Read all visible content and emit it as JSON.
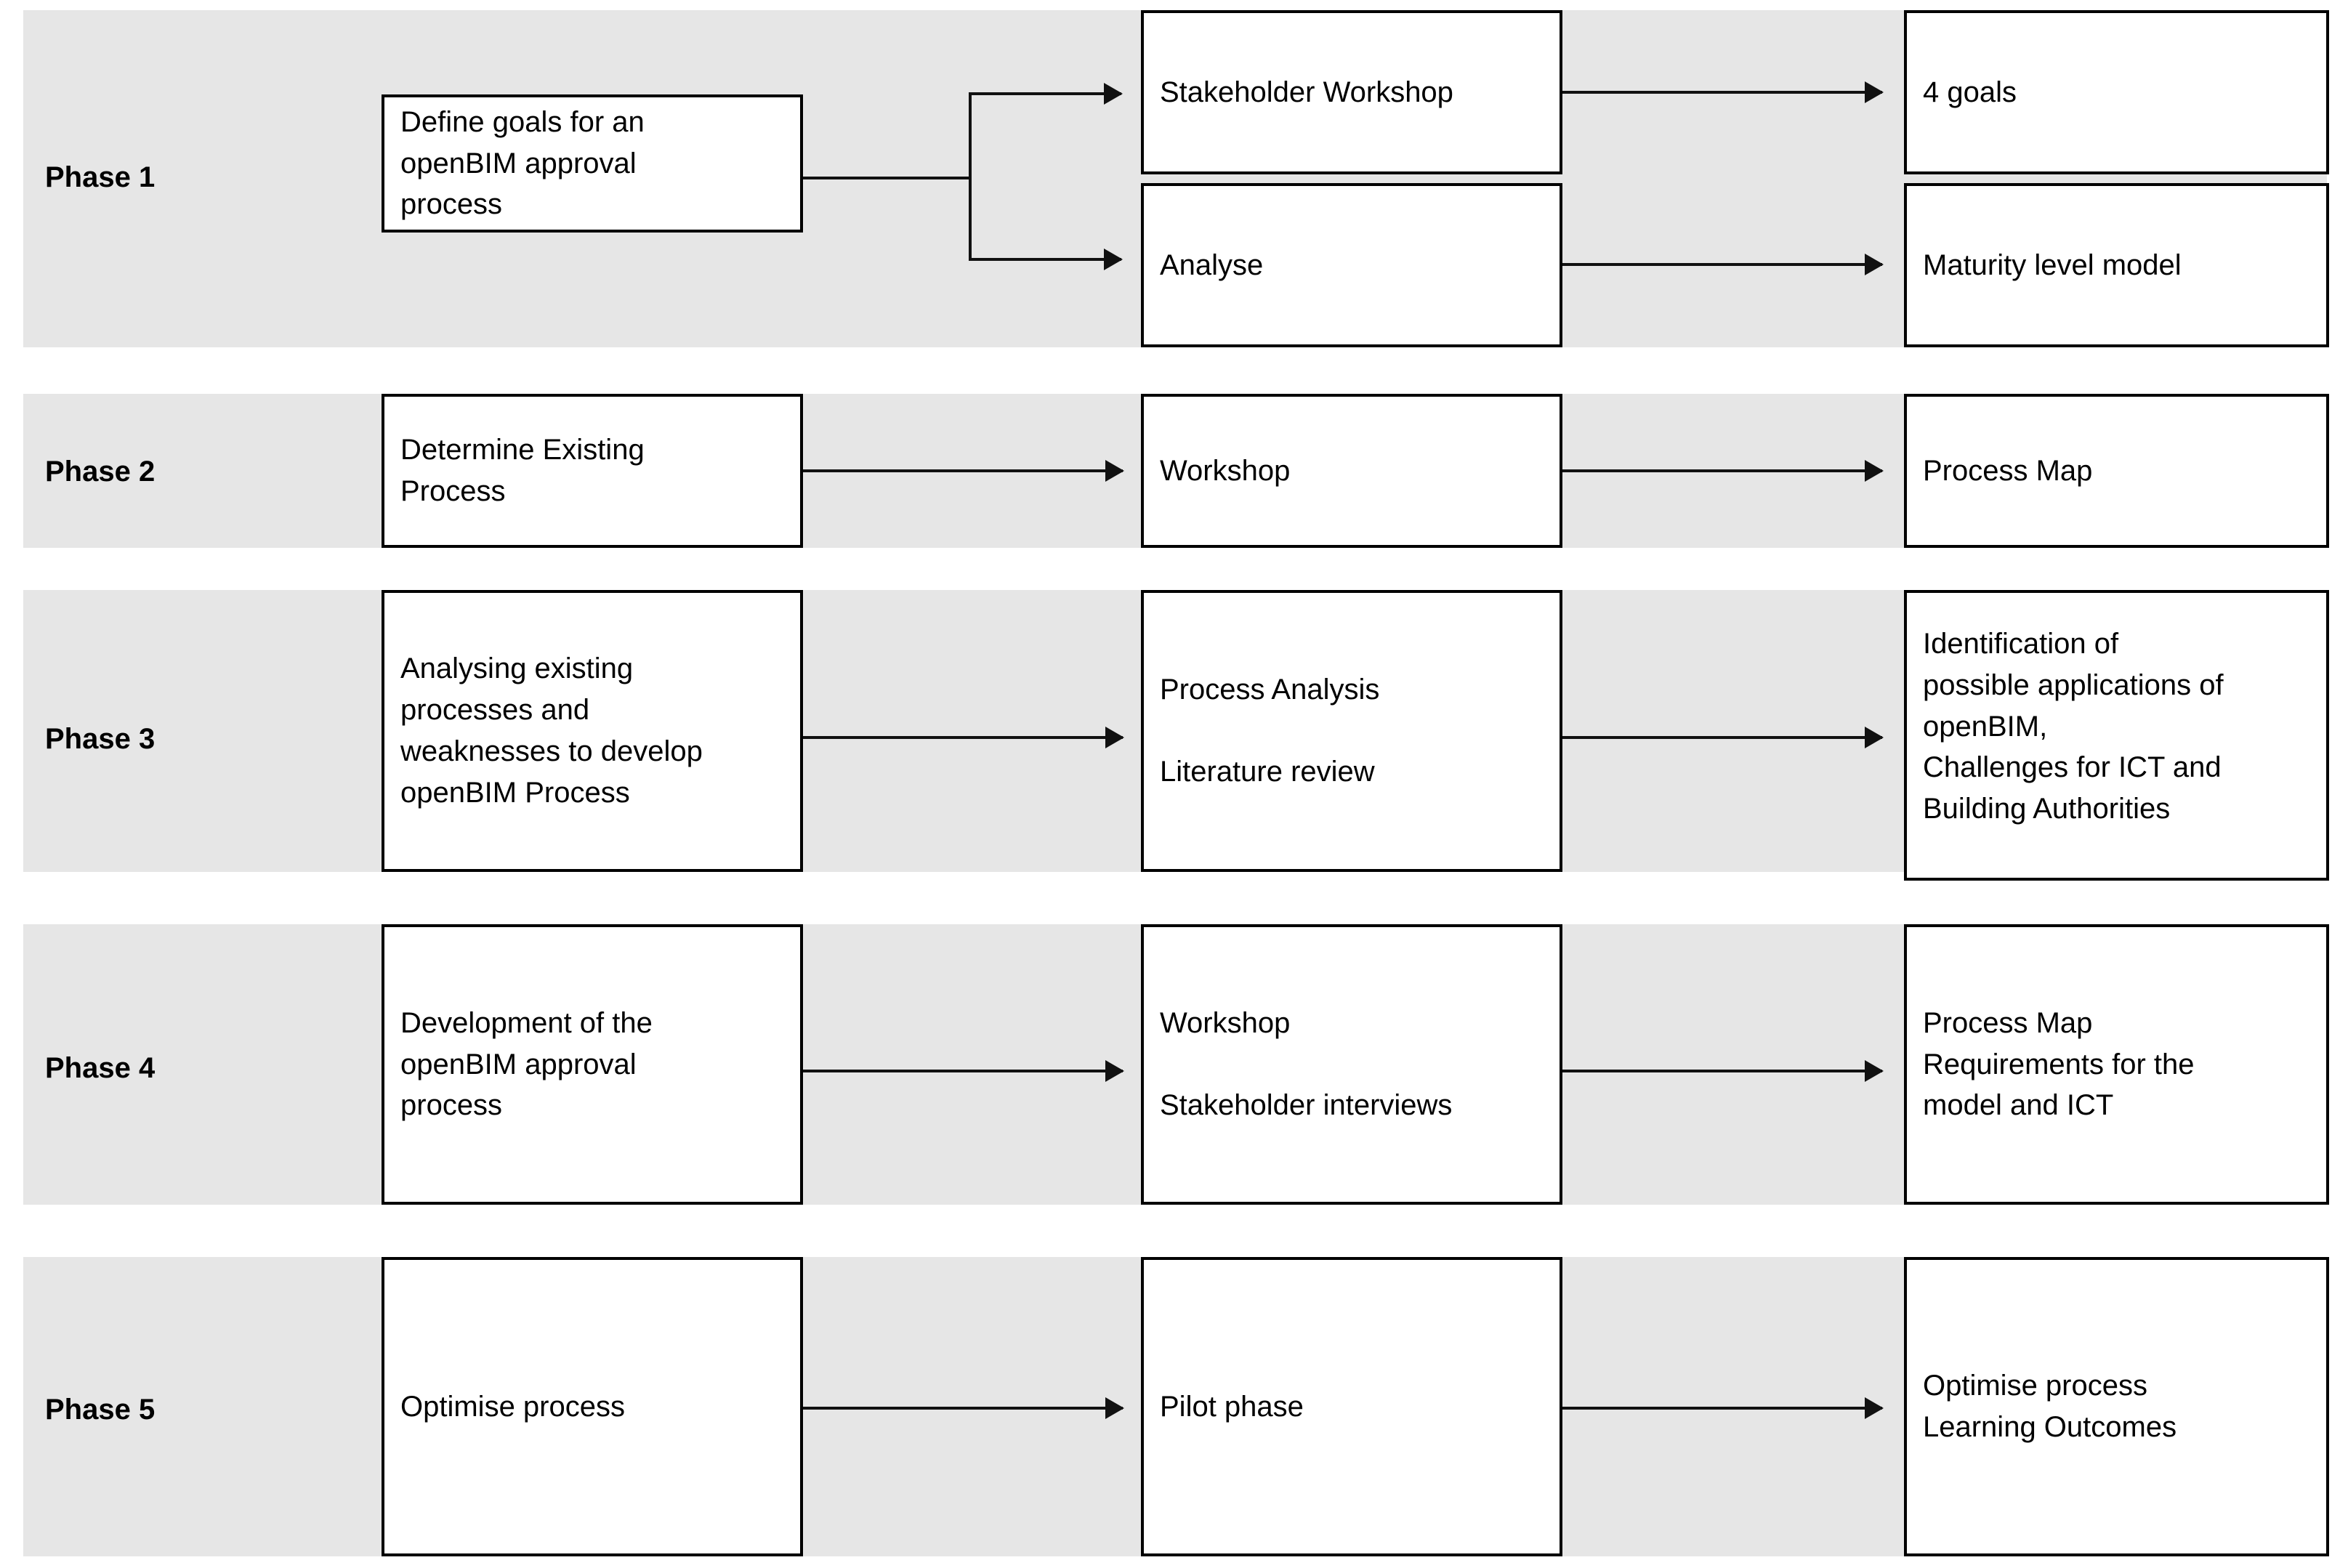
{
  "diagram": {
    "title": "openBIM approval process phase diagram",
    "band_color": "#e6e6e6",
    "box_border_color": "#000000",
    "arrow_color": "#111111"
  },
  "phases": [
    {
      "label": "Phase 1",
      "input": "Define goals for an\nopenBIM approval\nprocess",
      "methods": [
        "Stakeholder Workshop",
        "Analyse"
      ],
      "outputs": [
        "4 goals",
        "Maturity level model"
      ]
    },
    {
      "label": "Phase 2",
      "input": "Determine Existing\nProcess",
      "methods": [
        "Workshop"
      ],
      "outputs": [
        "Process Map"
      ]
    },
    {
      "label": "Phase 3",
      "input": "Analysing existing\nprocesses and\nweaknesses to develop\nopenBIM Process",
      "methods": [
        "Process Analysis\n\nLiterature review"
      ],
      "outputs": [
        "Identification of\npossible applications of\nopenBIM,\nChallenges for ICT and\nBuilding Authorities"
      ]
    },
    {
      "label": "Phase 4",
      "input": "Development of the\nopenBIM approval\nprocess",
      "methods": [
        "Workshop\n\nStakeholder interviews"
      ],
      "outputs": [
        "Process Map\nRequirements for the\nmodel and ICT"
      ]
    },
    {
      "label": "Phase 5",
      "input": "Optimise process",
      "methods": [
        "Pilot phase"
      ],
      "outputs": [
        "Optimise process\nLearning Outcomes"
      ]
    }
  ]
}
